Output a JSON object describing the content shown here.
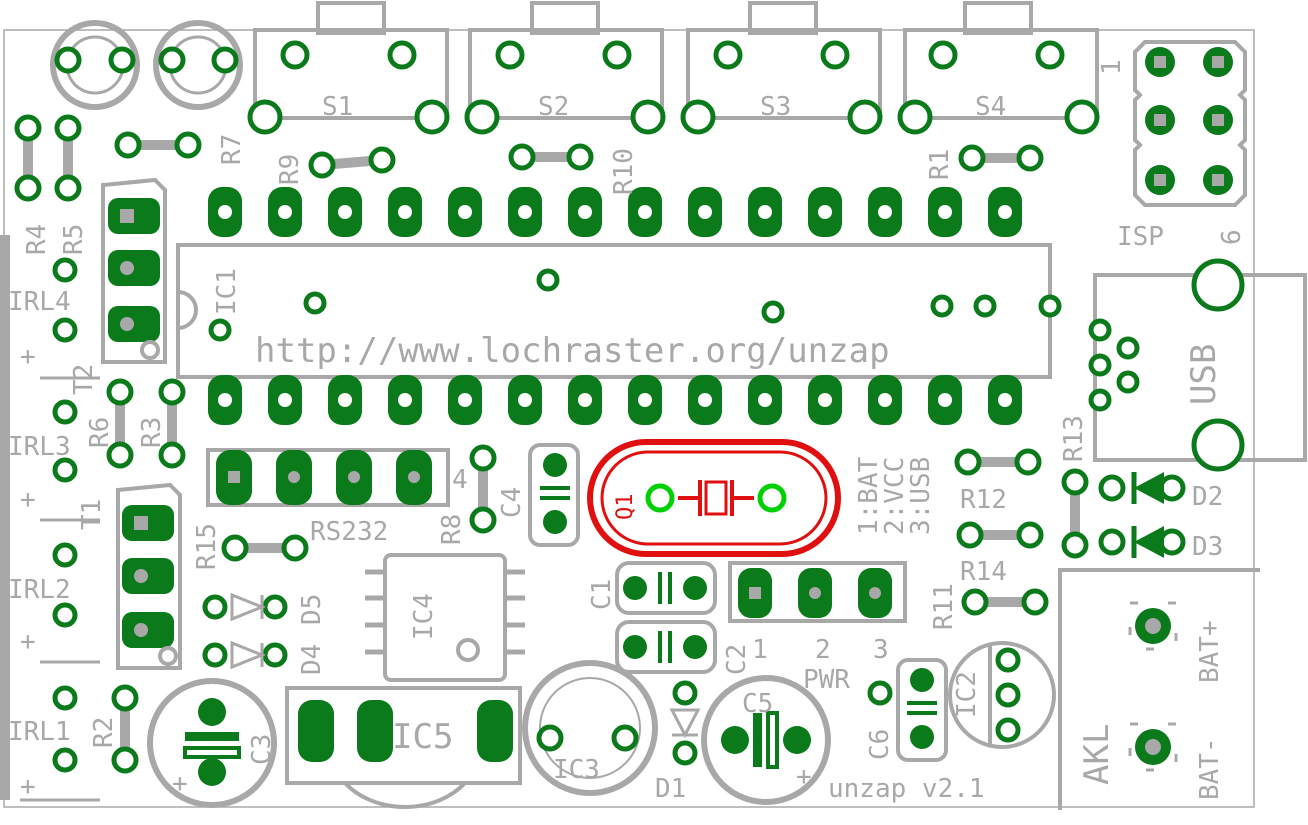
{
  "board": {
    "title": "unzap v2.1",
    "url": "http://www.lochraster.org/unzap",
    "outline_color": "#a8a8a8",
    "copper_color": "#0a7a1a",
    "highlight_color": "#e01010"
  },
  "labels": {
    "s1": "S1",
    "s2": "S2",
    "s3": "S3",
    "s4": "S4",
    "isp": "ISP",
    "isp_pin1": "1",
    "isp_pin6": "6",
    "usb": "USB",
    "ic1": "IC1",
    "ic2": "IC2",
    "ic3": "IC3",
    "ic4": "IC4",
    "ic5": "IC5",
    "r1": "R1",
    "r2": "R2",
    "r3": "R3",
    "r4": "R4",
    "r5": "R5",
    "r6": "R6",
    "r7": "R7",
    "r8": "R8",
    "r9": "R9",
    "r10": "R10",
    "r11": "R11",
    "r12": "R12",
    "r13": "R13",
    "r14": "R14",
    "r15": "R15",
    "c1": "C1",
    "c2": "C2",
    "c3": "C3",
    "c4": "C4",
    "c5": "C5",
    "c6": "C6",
    "d1": "D1",
    "d2": "D2",
    "d3": "D3",
    "d4": "D4",
    "d5": "D5",
    "q1": "Q1",
    "t1": "T1",
    "t2": "T2",
    "irl1": "IRL1",
    "irl2": "IRL2",
    "irl3": "IRL3",
    "irl4": "IRL4",
    "plus": "+",
    "rs232": "RS232",
    "rs232_pin": "4",
    "pwr": "PWR",
    "pwr_1": "1",
    "pwr_2": "2",
    "pwr_3": "3",
    "pwr_opt1": "1:BAT",
    "pwr_opt2": "2:VCC",
    "pwr_opt3": "3:USB",
    "akl": "AKL",
    "bat_plus": "BAT+",
    "bat_minus": "BAT-"
  }
}
